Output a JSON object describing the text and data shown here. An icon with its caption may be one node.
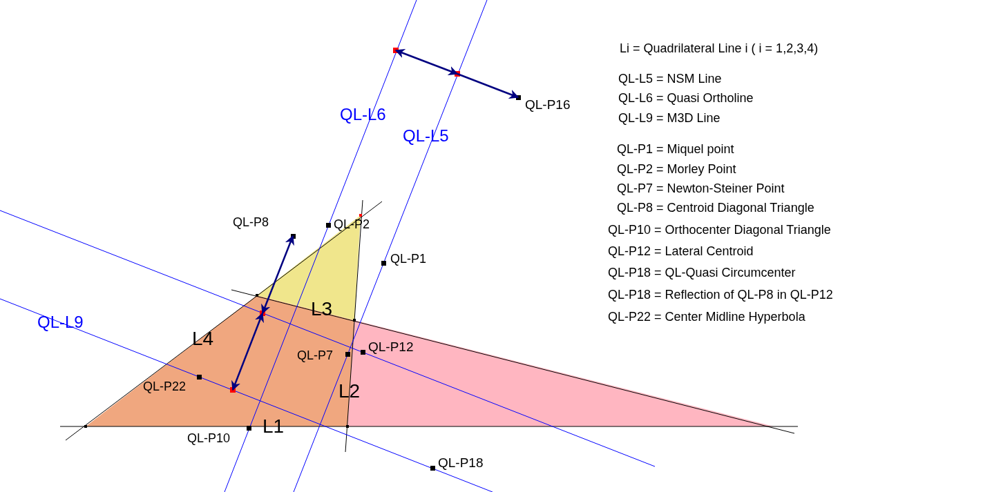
{
  "diagram": {
    "labels": [
      "QL-P16",
      "QL-L6",
      "QL-L5",
      "QL-P8",
      "QL-P2",
      "QL-P1",
      "QL-L9",
      "L3",
      "L4",
      "QL-P7",
      "QL-P12",
      "QL-P22",
      "L2",
      "L1",
      "QL-P10",
      "QL-P18",
      "Li = Quadrilateral Line i ( i = 1,2,3,4)",
      "QL-L5 = NSM Line",
      "QL-L6 = Quasi Ortholine",
      "QL-L9 = M3D Line",
      "QL-P1 = Miquel point",
      "QL-P2 = Morley Point",
      "QL-P7 = Newton-Steiner Point",
      "QL-P8 = Centroid Diagonal Triangle",
      "QL-P10 = Orthocenter Diagonal Triangle",
      "QL-P12 = Lateral Centroid",
      "QL-P18 = QL-Quasi Circumcenter",
      "QL-P18 = Reflection of QL-P8 in QL-P12",
      "QL-P22 = Center Midline Hyperbola"
    ]
  }
}
